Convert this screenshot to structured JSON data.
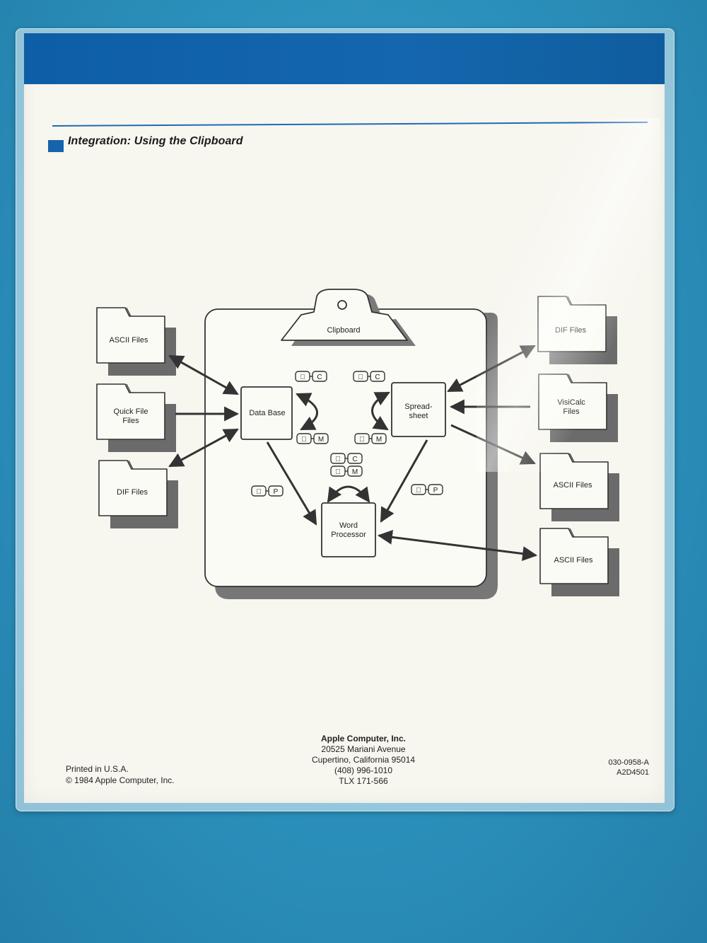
{
  "section_title": "Integration: Using the Clipboard",
  "diagram": {
    "clipboard_label": "Clipboard",
    "data_base": "Data Base",
    "spreadsheet": [
      "Spread-",
      "sheet"
    ],
    "word_processor": [
      "Word",
      "Processor"
    ],
    "left_files": {
      "ascii": "ASCII Files",
      "quick_file": [
        "Quick File",
        "Files"
      ],
      "dif": "DIF Files"
    },
    "right_files": {
      "dif": "DIF Files",
      "visicalc": [
        "VisiCalc",
        "Files"
      ],
      "ascii_1": "ASCII Files",
      "ascii_2": "ASCII Files"
    },
    "keys": {
      "copy": "C",
      "move": "M",
      "paste": "P"
    }
  },
  "footer": {
    "printed": "Printed in U.S.A.",
    "copyright": "© 1984 Apple Computer, Inc.",
    "company": "Apple Computer, Inc.",
    "address1": "20525 Mariani Avenue",
    "address2": "Cupertino, California 95014",
    "phone": "(408) 996-1010",
    "telex": "TLX 171-566",
    "part_number": "030-0958-A",
    "code": "A2D4501"
  }
}
